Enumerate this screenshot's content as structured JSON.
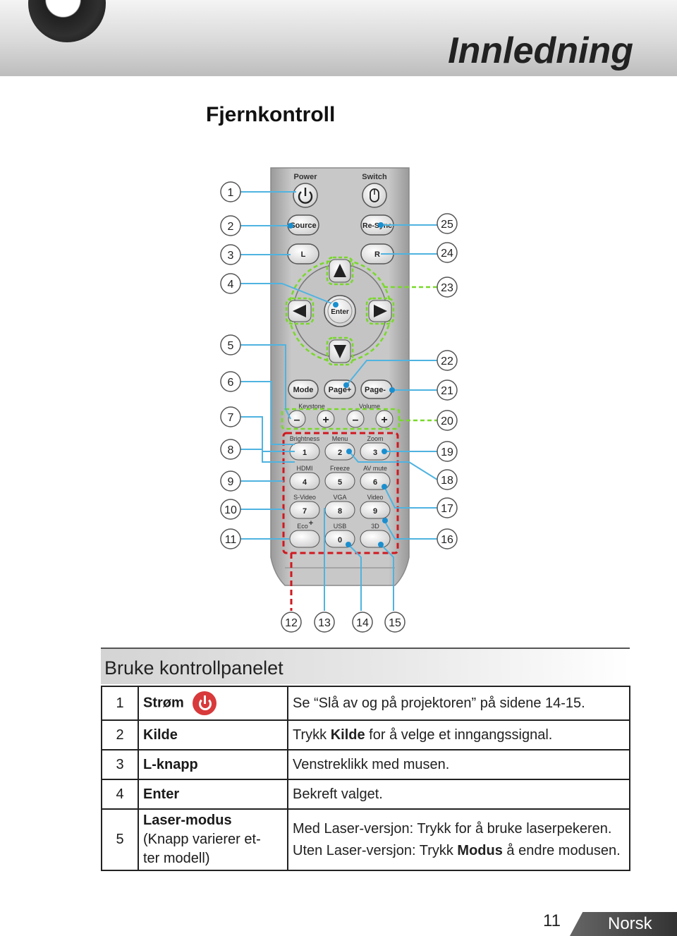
{
  "header": {
    "title": "Innledning"
  },
  "section": {
    "title": "Fjernkontroll"
  },
  "remote": {
    "top_labels": {
      "power": "Power",
      "switch": "Switch"
    },
    "buttons": {
      "source": "Source",
      "resync": "Re-Sync",
      "l": "L",
      "r": "R",
      "enter": "Enter",
      "mode": "Mode",
      "page_up": "Page+",
      "page_down": "Page-",
      "keystone": "Keystone",
      "volume": "Volume",
      "brightness": "Brightness",
      "menu": "Menu",
      "zoom": "Zoom",
      "hdmi": "HDMI",
      "freeze": "Freeze",
      "avmute": "AV mute",
      "svideo": "S-Video",
      "vga": "VGA",
      "video": "Video",
      "eco": "Eco",
      "eco_plus": "+",
      "usb": "USB",
      "3d": "3D",
      "plus": "+",
      "minus": "–",
      "num1": "1",
      "num2": "2",
      "num3": "3",
      "num4": "4",
      "num5": "5",
      "num6": "6",
      "num7": "7",
      "num8": "8",
      "num9": "9",
      "num0": "0"
    },
    "callouts_left": [
      "1",
      "2",
      "3",
      "4",
      "5",
      "6",
      "7",
      "8",
      "9",
      "10",
      "11"
    ],
    "callouts_right": [
      "25",
      "24",
      "23",
      "22",
      "21",
      "20",
      "19",
      "18",
      "17",
      "16"
    ],
    "callouts_bottom": [
      "12",
      "13",
      "14",
      "15"
    ]
  },
  "panel": {
    "title": "Bruke kontrollpanelet",
    "rows": [
      {
        "num": "1",
        "name": "Strøm",
        "desc": "Se “Slå av og på projektoren” på sidene 14-15."
      },
      {
        "num": "2",
        "name": "Kilde",
        "desc_pre": "Trykk ",
        "desc_bold": "Kilde",
        "desc_post": " for å velge et inngangssignal."
      },
      {
        "num": "3",
        "name": "L-knapp",
        "desc": "Venstreklikk med musen."
      },
      {
        "num": "4",
        "name": "Enter",
        "desc": "Bekreft valget."
      },
      {
        "num": "5",
        "name": "Laser-modus",
        "name_sub_1": "(Knapp varierer et-",
        "name_sub_2": "ter modell)",
        "desc_line1": "Med Laser-versjon: Trykk for å bruke laserpekeren.",
        "desc_line2_pre": "Uten Laser-versjon: Trykk ",
        "desc_line2_bold": "Modus",
        "desc_line2_post": " å endre modusen."
      }
    ]
  },
  "footer": {
    "page": "11",
    "language": "Norsk"
  },
  "colors": {
    "callout_line": "#4fb3e0",
    "green_dash": "#79d92a",
    "red_dash": "#d0181f",
    "remote_body": "#bdbdbd",
    "power_badge": "#d8393b"
  }
}
